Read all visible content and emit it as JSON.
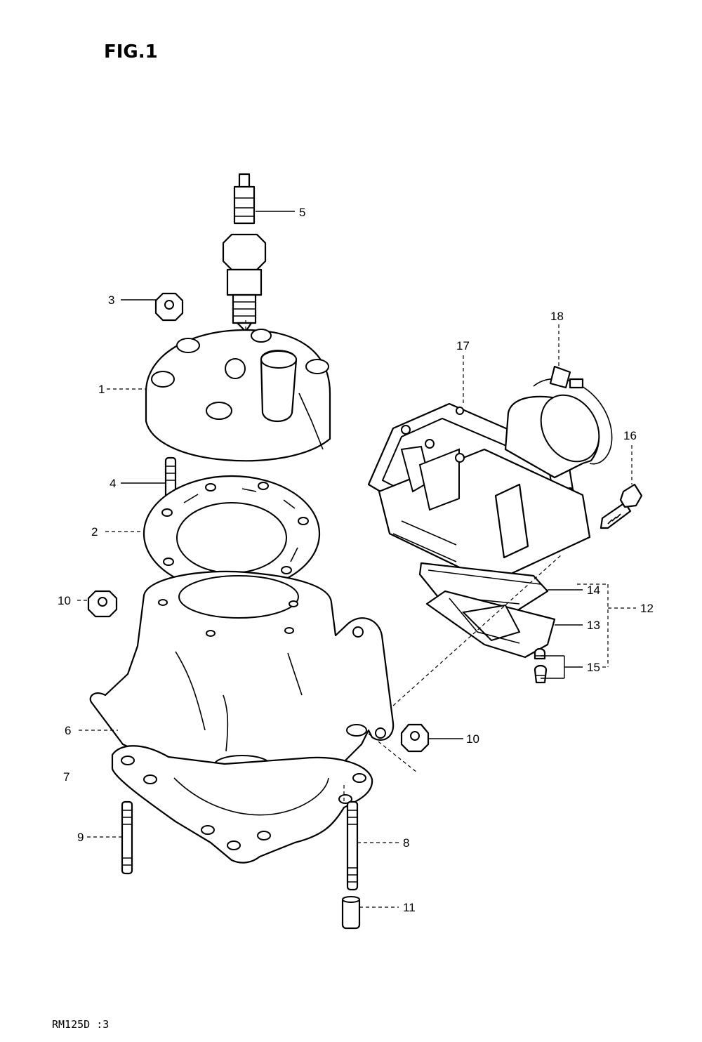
{
  "figure": {
    "title": "FIG.1",
    "footer_code": "RM125D :3"
  },
  "callouts": [
    {
      "id": "1",
      "text": "1"
    },
    {
      "id": "2",
      "text": "2"
    },
    {
      "id": "3",
      "text": "3"
    },
    {
      "id": "4",
      "text": "4"
    },
    {
      "id": "5",
      "text": "5"
    },
    {
      "id": "6",
      "text": "6"
    },
    {
      "id": "7",
      "text": "7"
    },
    {
      "id": "8",
      "text": "8"
    },
    {
      "id": "9",
      "text": "9"
    },
    {
      "id": "10a",
      "text": "10"
    },
    {
      "id": "10b",
      "text": "10"
    },
    {
      "id": "11",
      "text": "11"
    },
    {
      "id": "12",
      "text": "12"
    },
    {
      "id": "13",
      "text": "13"
    },
    {
      "id": "14",
      "text": "14"
    },
    {
      "id": "15",
      "text": "15"
    },
    {
      "id": "16",
      "text": "16"
    },
    {
      "id": "17",
      "text": "17"
    },
    {
      "id": "18",
      "text": "18"
    }
  ]
}
